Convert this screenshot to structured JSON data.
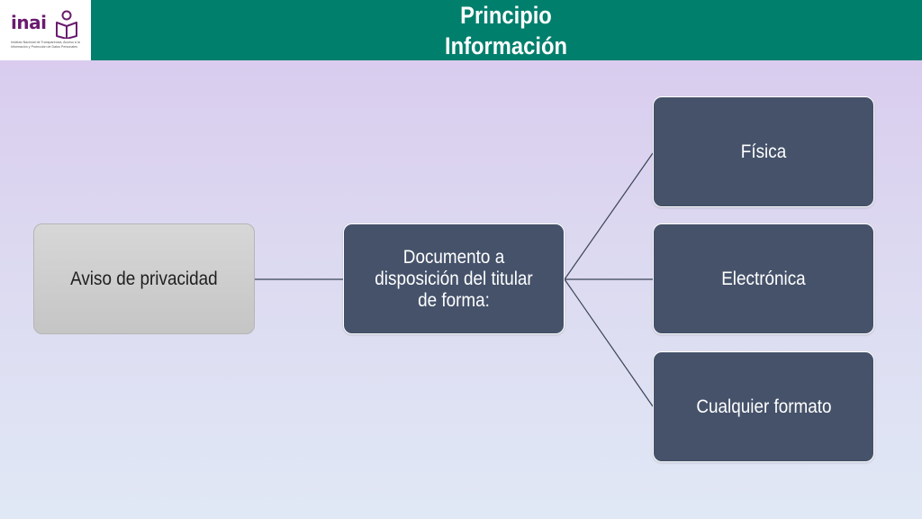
{
  "header": {
    "logo": {
      "word": "inai",
      "tagline": "Instituto Nacional de Transparencia, Acceso a la Información y Protección de Datos Personales",
      "brand_color": "#6a1b6f"
    },
    "title_line1": "Principio",
    "title_line2": "Información",
    "background_color": "#017f6d"
  },
  "diagram": {
    "root": {
      "label": "Aviso de privacidad"
    },
    "middle": {
      "label": "Documento a disposición del titular de forma:"
    },
    "children": [
      {
        "label": "Física"
      },
      {
        "label": "Electrónica"
      },
      {
        "label": "Cualquier formato"
      }
    ],
    "node_color": "#45526a",
    "root_color": "#cccccc"
  }
}
